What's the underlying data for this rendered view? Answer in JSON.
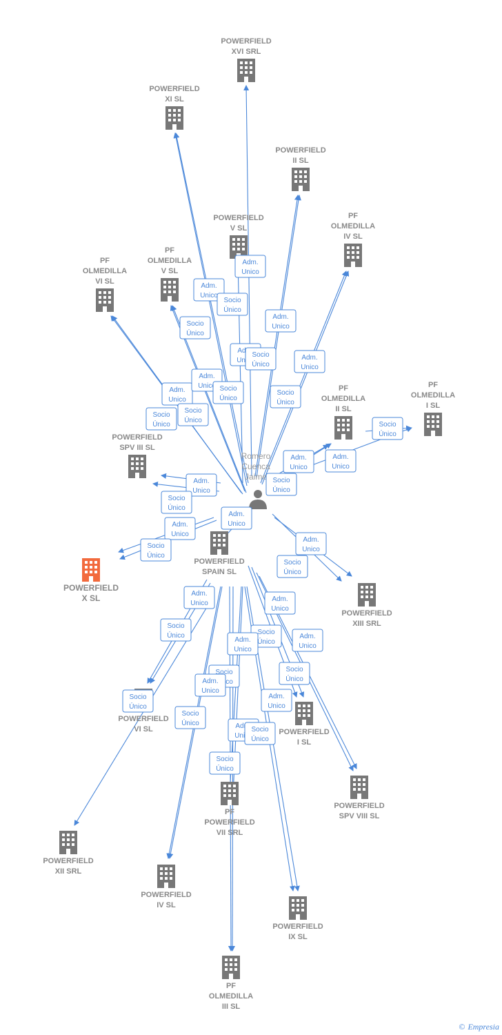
{
  "person": {
    "name_lines": [
      "Romero",
      "Cuenca",
      "Jaime"
    ]
  },
  "companies": [
    {
      "id": "xvi",
      "lines": [
        "POWERFIELD",
        "XVI SRL"
      ],
      "highlight": false
    },
    {
      "id": "xi",
      "lines": [
        "POWERFIELD",
        "XI  SL"
      ],
      "highlight": false
    },
    {
      "id": "ii",
      "lines": [
        "POWERFIELD",
        "II  SL"
      ],
      "highlight": false
    },
    {
      "id": "v",
      "lines": [
        "POWERFIELD",
        "V  SL"
      ],
      "highlight": false
    },
    {
      "id": "pfo-iv",
      "lines": [
        "PF",
        "OLMEDILLA",
        "IV  SL"
      ],
      "highlight": false
    },
    {
      "id": "pfo-vi",
      "lines": [
        "PF",
        "OLMEDILLA",
        "VI  SL"
      ],
      "highlight": false
    },
    {
      "id": "pfo-v",
      "lines": [
        "PF",
        "OLMEDILLA",
        "V  SL"
      ],
      "highlight": false
    },
    {
      "id": "pfo-ii",
      "lines": [
        "PF",
        "OLMEDILLA",
        "II  SL"
      ],
      "highlight": false
    },
    {
      "id": "pfo-i",
      "lines": [
        "PF",
        "OLMEDILLA",
        "I  SL"
      ],
      "highlight": false
    },
    {
      "id": "spv3",
      "lines": [
        "POWERFIELD",
        "SPV III  SL"
      ],
      "highlight": false
    },
    {
      "id": "x",
      "lines": [
        "POWERFIELD",
        "X  SL"
      ],
      "highlight": true
    },
    {
      "id": "spain",
      "lines": [
        "POWERFIELD",
        "SPAIN  SL"
      ],
      "highlight": false
    },
    {
      "id": "xiii",
      "lines": [
        "POWERFIELD",
        "XIII SRL"
      ],
      "highlight": false
    },
    {
      "id": "vi",
      "lines": [
        "POWERFIELD",
        "VI  SL"
      ],
      "highlight": false
    },
    {
      "id": "i",
      "lines": [
        "POWERFIELD",
        "I  SL"
      ],
      "highlight": false
    },
    {
      "id": "pf-vii",
      "lines": [
        "PF",
        "POWERFIELD",
        "VII SRL"
      ],
      "highlight": false
    },
    {
      "id": "spv8",
      "lines": [
        "POWERFIELD",
        "SPV VIII  SL"
      ],
      "highlight": false
    },
    {
      "id": "xii",
      "lines": [
        "POWERFIELD",
        "XII SRL"
      ],
      "highlight": false
    },
    {
      "id": "iv",
      "lines": [
        "POWERFIELD",
        "IV  SL"
      ],
      "highlight": false
    },
    {
      "id": "ix",
      "lines": [
        "POWERFIELD",
        "IX  SL"
      ],
      "highlight": false
    },
    {
      "id": "pfo-iii",
      "lines": [
        "PF",
        "OLMEDILLA",
        "III  SL"
      ],
      "highlight": false
    }
  ],
  "badge_labels": {
    "adm": [
      "Adm.",
      "Unico"
    ],
    "socio": [
      "Socio",
      "Único"
    ]
  },
  "colors": {
    "edge": "#4a87d9",
    "building": "#777777",
    "highlight": "#f26a3d",
    "person": "#777777"
  },
  "footer": {
    "copyright": "©",
    "brand": "Empresia"
  }
}
